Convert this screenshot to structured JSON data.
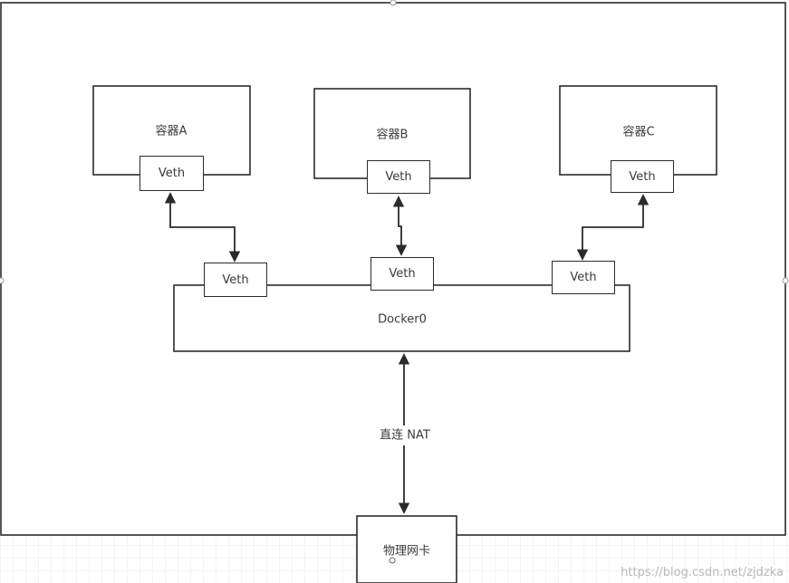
{
  "containers": [
    {
      "label": "容器A",
      "veth": "Veth"
    },
    {
      "label": "容器B",
      "veth": "Veth"
    },
    {
      "label": "容器C",
      "veth": "Veth"
    }
  ],
  "bridge": {
    "label": "Docker0",
    "veths": [
      "Veth",
      "Veth",
      "Veth"
    ]
  },
  "link_label": "直连 NAT",
  "nic_label": "物理网卡",
  "watermark": "https://blog.csdn.net/zjdzka",
  "colors": {
    "line": "#2b2b2b",
    "background": "#ffffff",
    "grid": "#e4ebf2",
    "watermark": "#b8b8b8"
  }
}
